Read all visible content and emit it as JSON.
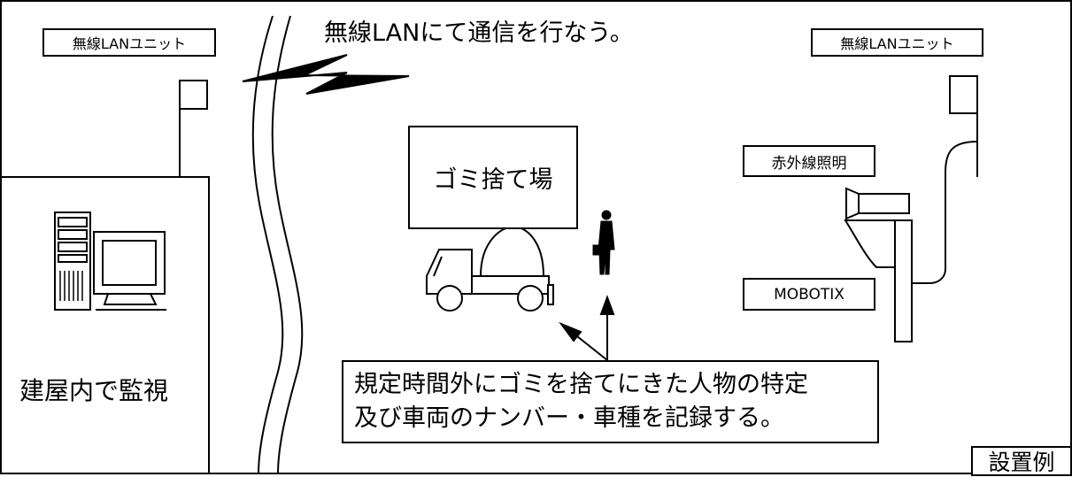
{
  "labels": {
    "wireless_unit_left": "無線LANユニット",
    "wireless_unit_right": "無線LANユニット",
    "wireless_comm": "無線LANにて通信を行なう。",
    "dump_site": "ゴミ捨て場",
    "infrared_light": "赤外線照明",
    "camera": "MOBOTIX",
    "building_monitor": "建屋内で監視",
    "note_line1": "規定時間外にゴミを捨てにきた人物の特定",
    "note_line2": "及び車両のナンバー・車種を記録する。",
    "example_tag": "設置例"
  }
}
